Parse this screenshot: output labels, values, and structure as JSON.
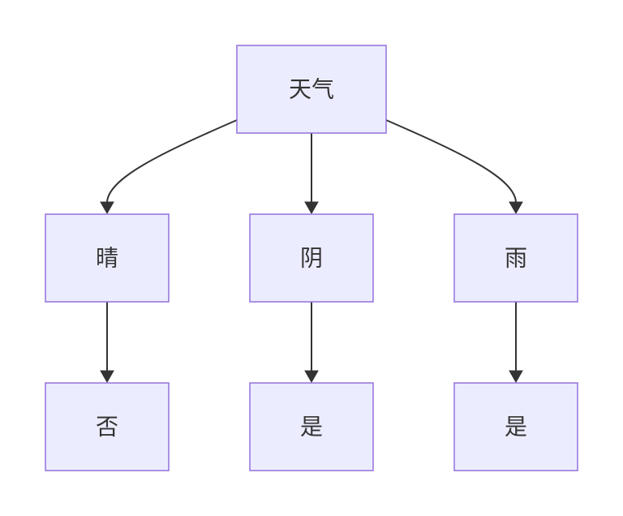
{
  "colors": {
    "node_fill": "#ECECFF",
    "node_stroke": "#9370DB",
    "edge": "#333333",
    "text": "#333333",
    "background": "#FFFFFF"
  },
  "nodes": {
    "weather": {
      "label": "天气"
    },
    "sunny": {
      "label": "晴"
    },
    "cloudy": {
      "label": "阴"
    },
    "rainy": {
      "label": "雨"
    },
    "sunny_result": {
      "label": "否"
    },
    "cloudy_result": {
      "label": "是"
    },
    "rainy_result": {
      "label": "是"
    }
  },
  "edges": [
    {
      "from": "weather",
      "to": "sunny"
    },
    {
      "from": "weather",
      "to": "cloudy"
    },
    {
      "from": "weather",
      "to": "rainy"
    },
    {
      "from": "sunny",
      "to": "sunny_result"
    },
    {
      "from": "cloudy",
      "to": "cloudy_result"
    },
    {
      "from": "rainy",
      "to": "rainy_result"
    }
  ]
}
